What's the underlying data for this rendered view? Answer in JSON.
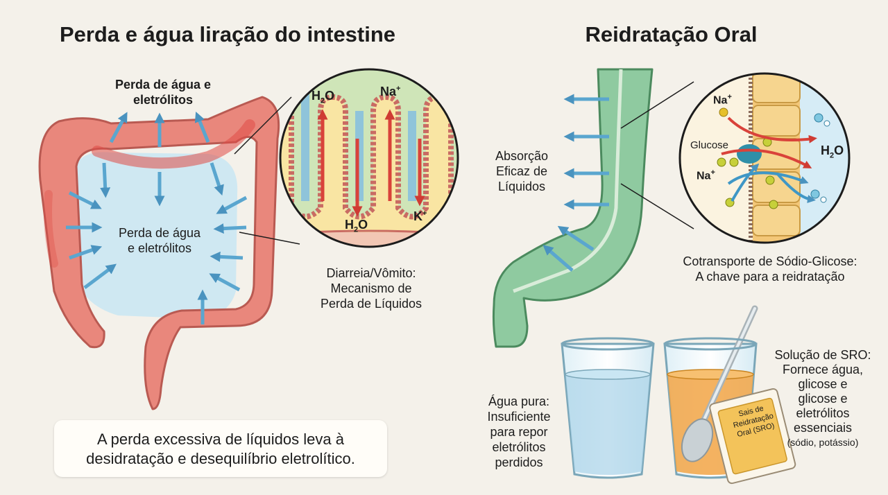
{
  "left": {
    "title": "Perda e água liração do intestine",
    "top_label_l1": "Perda de água e",
    "top_label_l2": "eletrólitos",
    "center_label_l1": "Perda de água",
    "center_label_l2": "e eletrólitos",
    "zoom": {
      "h2o_top_base": "H",
      "h2o_top_sub": "2",
      "h2o_top_end": "O",
      "na_base": "Na",
      "na_sup": "+",
      "h2o_bottom_base": "H",
      "h2o_bottom_sub": "2",
      "h2o_bottom_end": "O",
      "k_base": "K",
      "k_sup": "+"
    },
    "mechanism_l1": "Diarreia/Vômito:",
    "mechanism_l2": "Mecanismo de",
    "mechanism_l3": "Perda de Líquidos",
    "summary_l1": "A perda excessiva de líquidos leva à",
    "summary_l2": "desidratação e desequilíbrio eletrolítico."
  },
  "right": {
    "title": "Reidratação Oral",
    "absorption_l1": "Absorção",
    "absorption_l2": "Eficaz de",
    "absorption_l3": "Líquidos",
    "zoom": {
      "na1_base": "Na",
      "na1_sup": "+",
      "glucose": "Glucose",
      "na2_base": "Na",
      "na2_sup": "+",
      "h2o_base": "H",
      "h2o_sub": "2",
      "h2o_end": "O"
    },
    "cotransport_l1": "Cotransporte de Sódio-Glicose:",
    "cotransport_l2": "A chave para a reidratação",
    "water_l1": "Água pura:",
    "water_l2": "Insuficiente",
    "water_l3": "para repor",
    "water_l4": "eletrólitos",
    "water_l5": "perdidos",
    "sachet_l1": "Sais de",
    "sachet_l2": "Reidratação",
    "sachet_l3": "Oral (SRO)",
    "ors_l1": "Solução de SRO:",
    "ors_l2": "Fornece água,",
    "ors_l3": "glicose e",
    "ors_l4": "glicose e",
    "ors_l5": "eletrólitos",
    "ors_l6": "essenciais",
    "ors_l7": "(sódio, potássio)"
  },
  "colors": {
    "background": "#f4f1ea",
    "colon_pink": "#e9877c",
    "inflamed_red": "#e04a45",
    "fluid_blue": "#cfe8f2",
    "arrow_blue": "#5aa6cf",
    "arrow_red": "#d9423a",
    "intestine_green": "#8fcaa0",
    "ors_orange": "#f2a545"
  }
}
